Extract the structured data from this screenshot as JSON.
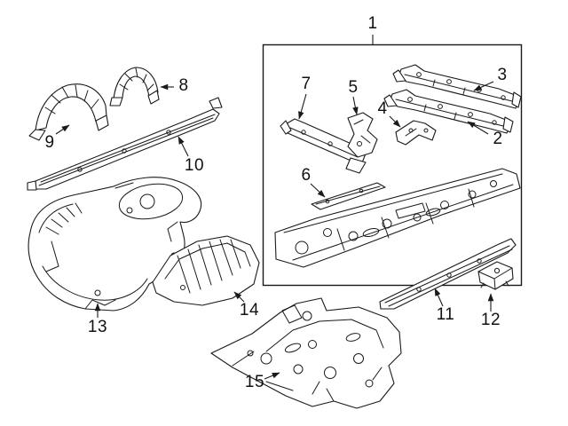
{
  "diagram": {
    "kind": "exploded-parts-line-art",
    "background_color": "#ffffff",
    "line_color": "#1a1a1a",
    "callouts": [
      {
        "label": "1"
      },
      {
        "label": "2"
      },
      {
        "label": "3"
      },
      {
        "label": "4"
      },
      {
        "label": "5"
      },
      {
        "label": "6"
      },
      {
        "label": "7"
      },
      {
        "label": "8"
      },
      {
        "label": "9"
      },
      {
        "label": "10"
      },
      {
        "label": "11"
      },
      {
        "label": "12"
      },
      {
        "label": "13"
      },
      {
        "label": "14"
      },
      {
        "label": "15"
      }
    ]
  }
}
